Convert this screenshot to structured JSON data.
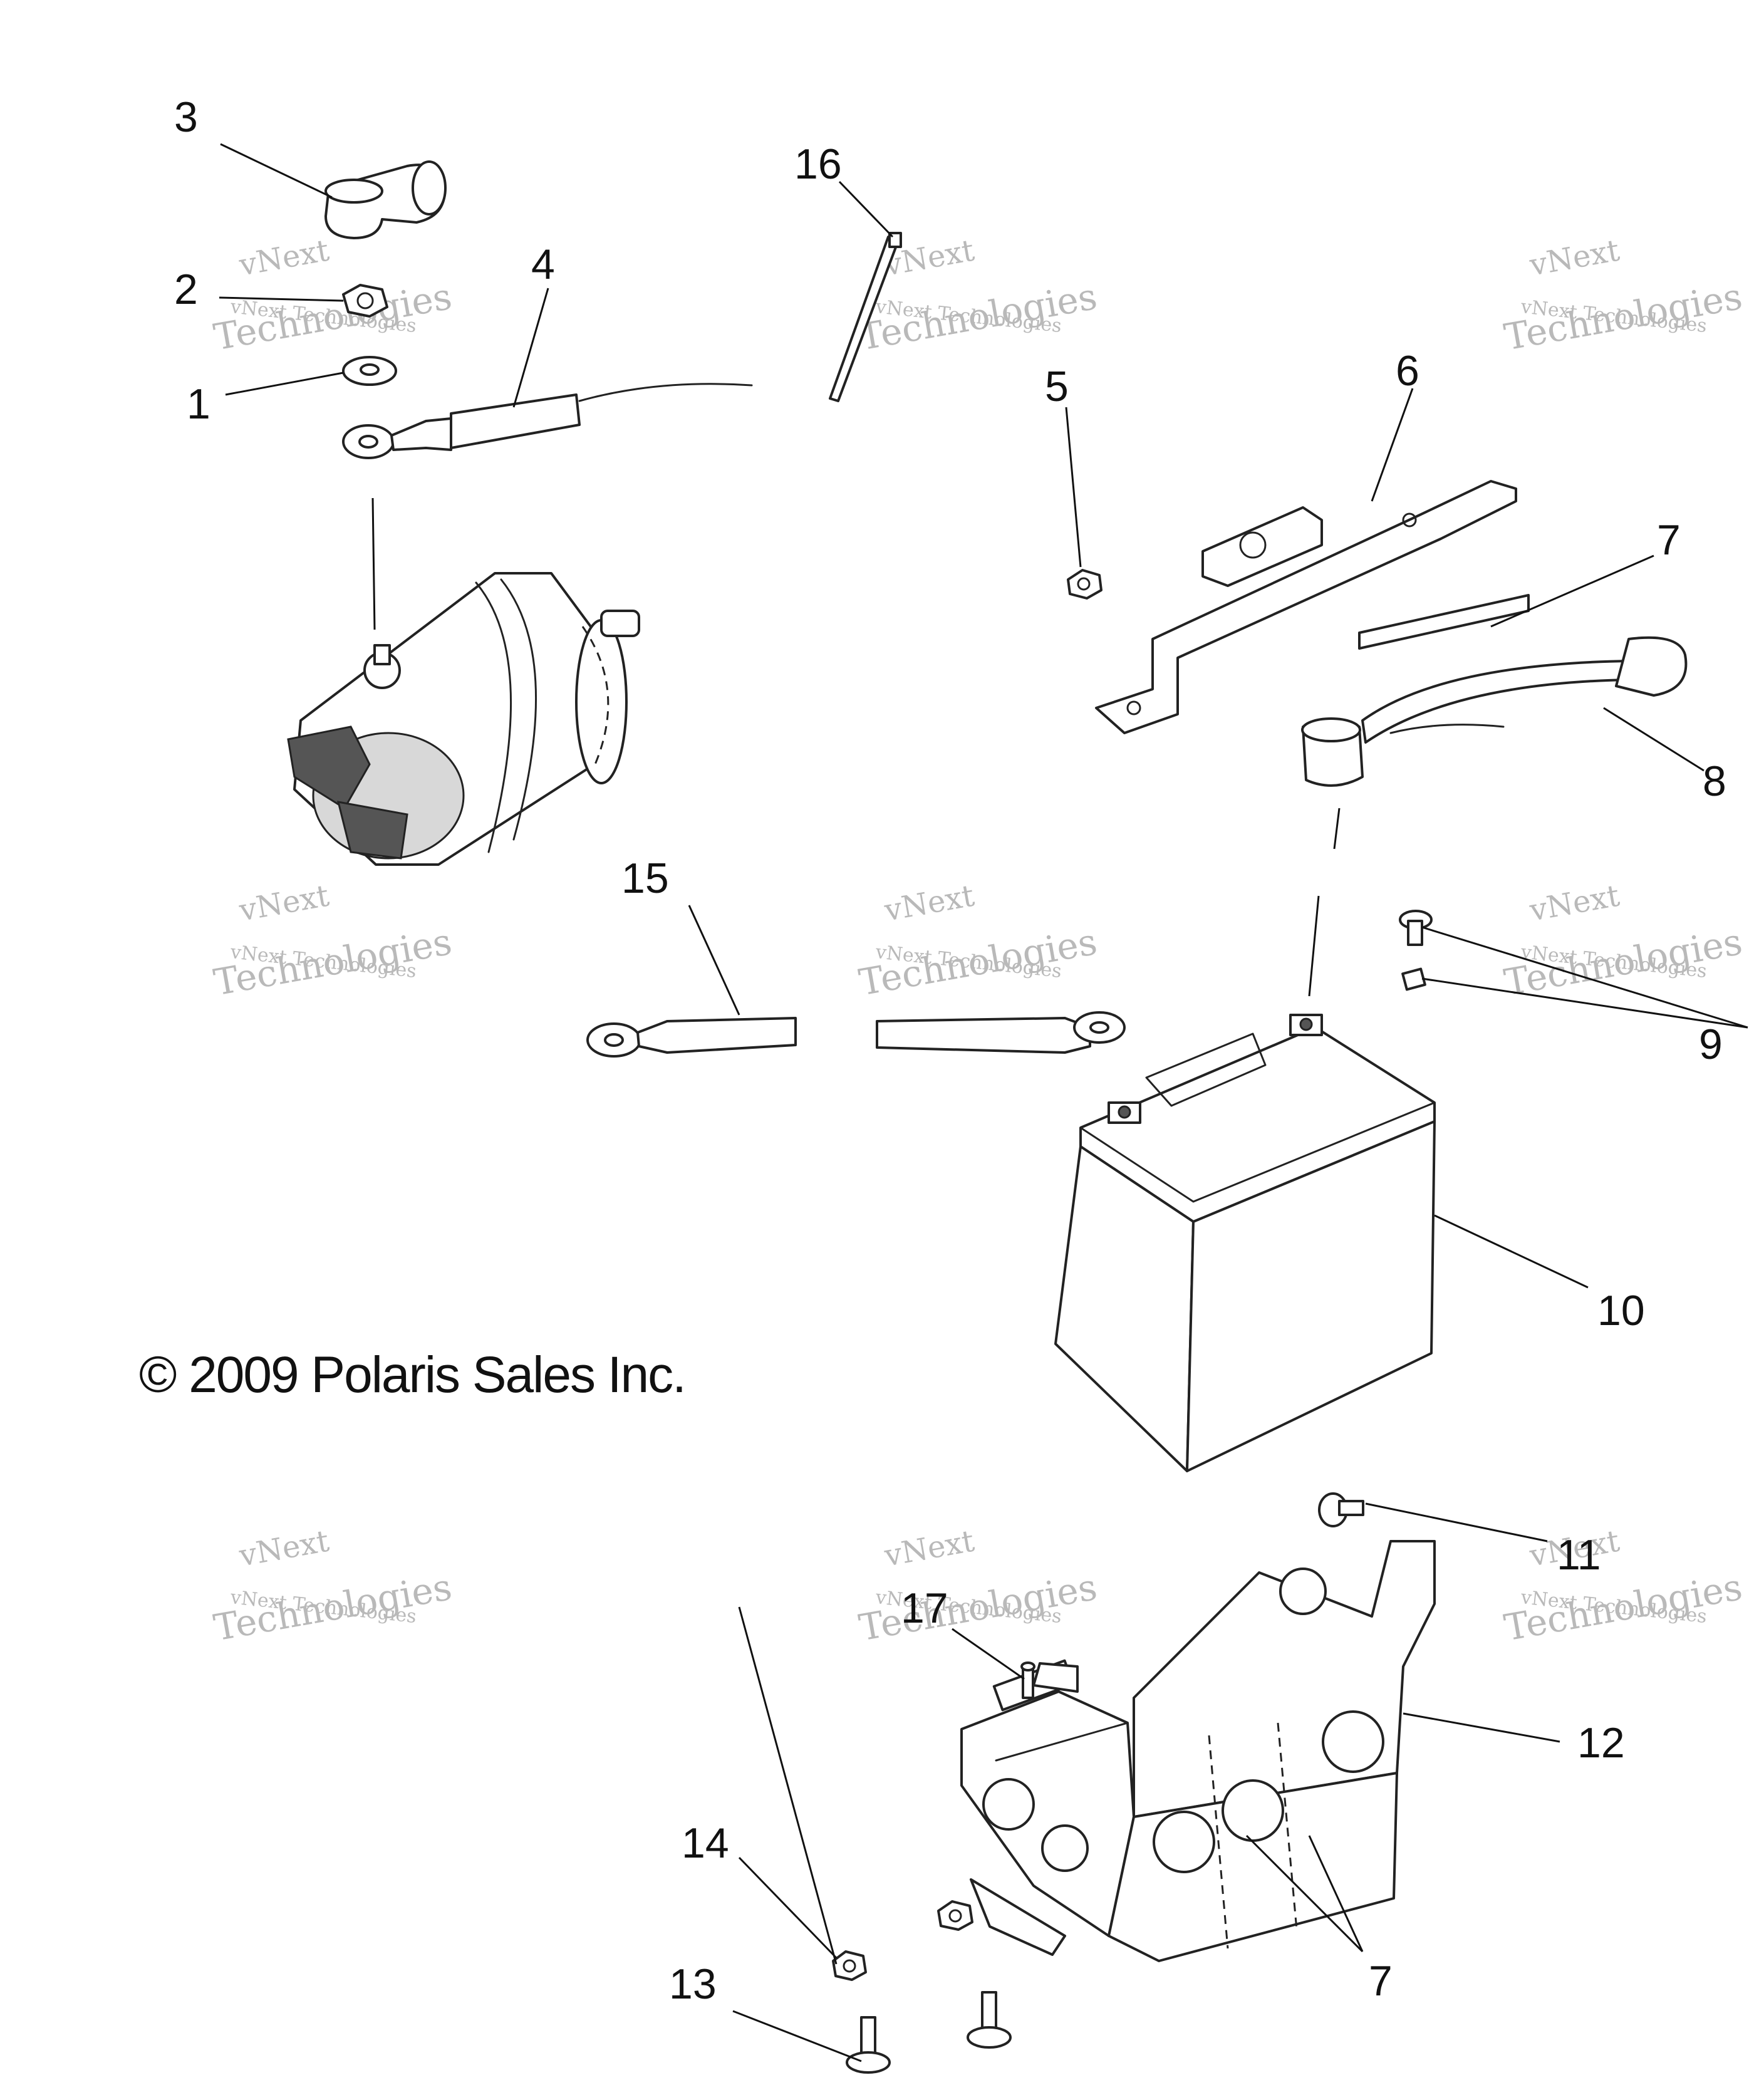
{
  "copyright": "© 2009 Polaris Sales Inc.",
  "watermark": {
    "line1": "vNext",
    "line2": "vNext Technologies",
    "line3": "Technologies"
  },
  "callouts": [
    "1",
    "2",
    "3",
    "4",
    "5",
    "6",
    "7",
    "8",
    "9",
    "10",
    "11",
    "12",
    "13",
    "14",
    "15",
    "16",
    "17"
  ]
}
